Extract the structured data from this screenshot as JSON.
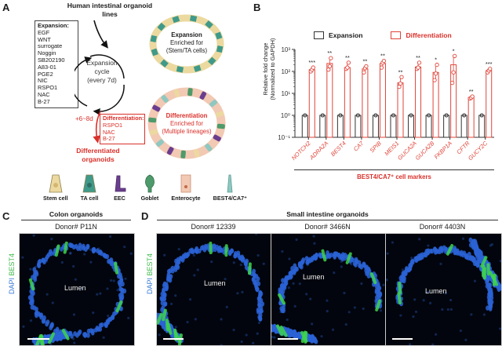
{
  "panels": {
    "A": {
      "letter": "A",
      "source_title": "Human intestinal organoid lines",
      "expansion_box": {
        "title": "Expansion:",
        "items": [
          "EGF",
          "WNT surrogate",
          "Noggin",
          "SB202190",
          "A83-01",
          "PGE2",
          "NIC",
          "RSPO1",
          "NAC",
          "B-27"
        ]
      },
      "cycle_label": [
        "Expansion",
        "cycle",
        "(every 7d)"
      ],
      "time_label": "+6~8d",
      "differentiation_box": {
        "title": "Differentiation:",
        "items": [
          "RSPO1",
          "NAC",
          "B-27"
        ]
      },
      "result_label": [
        "Differentiated",
        "organoids"
      ],
      "expansion_organoid": {
        "title": "Expansion",
        "line2": "Enriched for",
        "line3": "(Stem/TA cells)"
      },
      "differentiation_organoid": {
        "title": "Differentiation",
        "line2": "Enriched for",
        "line3": "(Multiple lineages)"
      },
      "cell_legend": [
        {
          "label": "Stem cell",
          "color": "#ecd9a0"
        },
        {
          "label": "TA cell",
          "color": "#3f9a8a"
        },
        {
          "label": "EEC",
          "color": "#6a3d8f"
        },
        {
          "label": "Goblet",
          "color": "#4e9a6a"
        },
        {
          "label": "Enterocyte",
          "color": "#f2c9b3"
        },
        {
          "label": "BEST4/CA7⁺",
          "color": "#8fc8c0"
        }
      ]
    },
    "B": {
      "letter": "B",
      "group_label": "BEST4/CA7⁺ cell markers"
    },
    "C": {
      "letter": "C",
      "title": "Colon organoids",
      "stain_label_dapi": "DAPI",
      "stain_label_best4": "BEST4",
      "images": [
        {
          "donor": "Donor# P11N",
          "lumen": "Lumen"
        }
      ]
    },
    "D": {
      "letter": "D",
      "title": "Small intestine organoids",
      "stain_label_dapi": "DAPI",
      "stain_label_best4": "BEST4",
      "images": [
        {
          "donor": "Donor# 12339",
          "lumen": "Lumen"
        },
        {
          "donor": "Donor# 3466N",
          "lumen": "Lumen"
        },
        {
          "donor": "Donor# 4403N",
          "lumen": "Lumen"
        }
      ]
    }
  },
  "colors": {
    "expansion": "#333333",
    "differentiation": "#e0453a",
    "dapi": "#2a63d6",
    "best4": "#3ed44a"
  },
  "chart_data": {
    "type": "bar",
    "title": "",
    "ylabel": "Relative fold change (Normalized to GAPDH)",
    "xlabel": "BEST4/CA7⁺ cell markers",
    "yscale": "log",
    "ylim": [
      0.1,
      1000
    ],
    "yticks": [
      "10⁻¹",
      "10⁰",
      "10¹",
      "10²",
      "10³"
    ],
    "legend": [
      "Expansion",
      "Differentiation"
    ],
    "legend_position": "top",
    "categories": [
      "NOTCH2",
      "ADRA2A",
      "BEST4",
      "CA7",
      "SPIB",
      "MEIS1",
      "GUCA2A",
      "GUCA2B",
      "FKBP1A",
      "CFTR",
      "GUCY2C"
    ],
    "series": [
      {
        "name": "Expansion",
        "values": [
          1,
          1,
          1,
          1,
          1,
          1,
          1,
          1,
          1,
          1,
          1
        ]
      },
      {
        "name": "Differentiation",
        "values": [
          120,
          230,
          150,
          130,
          230,
          30,
          160,
          90,
          200,
          6.5,
          110
        ]
      }
    ],
    "points": {
      "Differentiation": [
        [
          100,
          120,
          150
        ],
        [
          120,
          170,
          400
        ],
        [
          130,
          150,
          250
        ],
        [
          90,
          140,
          170
        ],
        [
          150,
          250,
          300
        ],
        [
          20,
          28,
          55
        ],
        [
          130,
          150,
          250
        ],
        [
          40,
          80,
          200
        ],
        [
          30,
          90,
          500
        ],
        [
          5.8,
          6.3,
          7.2
        ],
        [
          90,
          110,
          130
        ]
      ]
    },
    "significance": [
      "***",
      "**",
      "**",
      "**",
      "**",
      "**",
      "**",
      "*",
      "*",
      "**",
      "***"
    ]
  }
}
